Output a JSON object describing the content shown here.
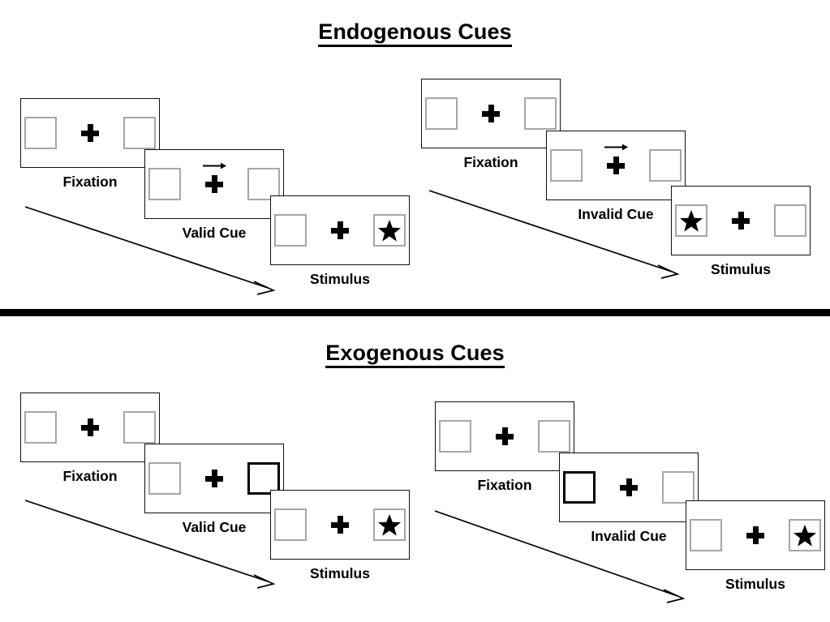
{
  "sections": [
    {
      "id": "endogenous",
      "title": "Endogenous Cues",
      "cue_type": "central-arrow",
      "sequences": [
        {
          "id": "valid",
          "frames": [
            {
              "caption": "Fixation",
              "cue": "none",
              "target": "none",
              "arrow": false
            },
            {
              "caption": "Valid Cue",
              "cue": "arrow-right",
              "target": "none",
              "arrow": true
            },
            {
              "caption": "Stimulus",
              "cue": "none",
              "target": "right",
              "arrow": false
            }
          ]
        },
        {
          "id": "invalid",
          "frames": [
            {
              "caption": "Fixation",
              "cue": "none",
              "target": "none",
              "arrow": false
            },
            {
              "caption": "Invalid Cue",
              "cue": "arrow-right",
              "target": "none",
              "arrow": true
            },
            {
              "caption": "Stimulus",
              "cue": "none",
              "target": "left",
              "arrow": false
            }
          ]
        }
      ]
    },
    {
      "id": "exogenous",
      "title": "Exogenous Cues",
      "cue_type": "peripheral-box",
      "sequences": [
        {
          "id": "valid",
          "frames": [
            {
              "caption": "Fixation",
              "cue": "none",
              "target": "none",
              "arrow": false
            },
            {
              "caption": "Valid Cue",
              "cue": "box-right",
              "target": "none",
              "arrow": false
            },
            {
              "caption": "Stimulus",
              "cue": "none",
              "target": "right",
              "arrow": false
            }
          ]
        },
        {
          "id": "invalid",
          "frames": [
            {
              "caption": "Fixation",
              "cue": "none",
              "target": "none",
              "arrow": false
            },
            {
              "caption": "Invalid Cue",
              "cue": "box-left",
              "target": "none",
              "arrow": false
            },
            {
              "caption": "Stimulus",
              "cue": "none",
              "target": "right",
              "arrow": false
            }
          ]
        }
      ]
    }
  ],
  "icons": {
    "fixation_cross": "plus-cross",
    "target": "star-icon",
    "cue_arrow": "arrow-right-icon",
    "progression": "time-arrow-icon"
  },
  "colors": {
    "ink": "#000000",
    "frame_border": "#0f0f0f",
    "box_border": "#a6a6a6",
    "box_cued_border": "#000000",
    "background": "#ffffff",
    "divider": "#000000"
  }
}
